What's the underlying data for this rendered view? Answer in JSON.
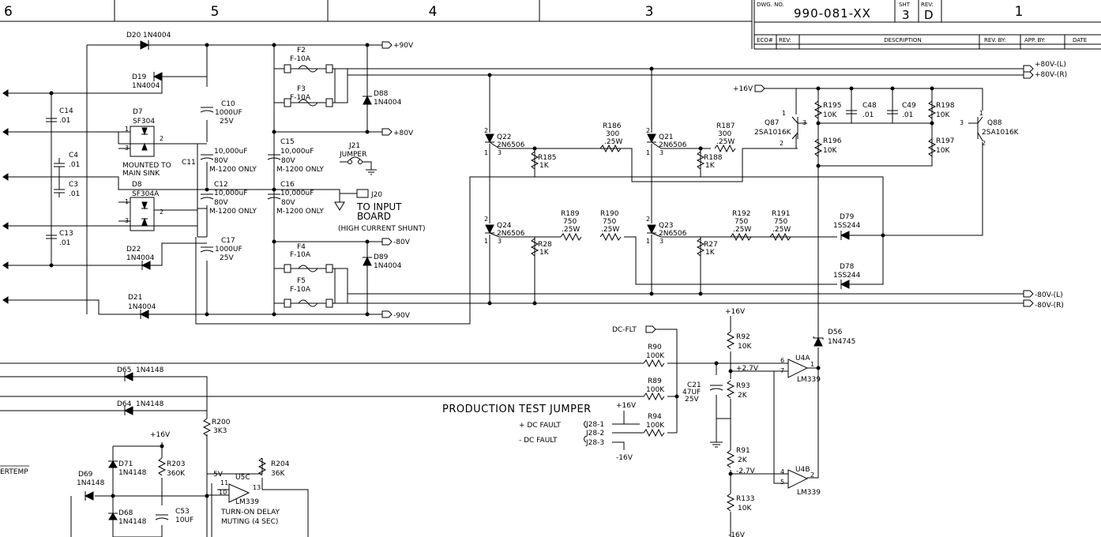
{
  "title_block": {
    "zones": [
      "6",
      "5",
      "4",
      "3",
      "1"
    ],
    "dwg_no_label": "DWG. NO.",
    "dwg_no": "990-081-XX",
    "sht_label": "SHT",
    "sht": "3",
    "rev_label": "REV:",
    "rev": "D",
    "rev_table": {
      "eco": "ECO#",
      "rev": "REV:",
      "description": "DESCRIPTION",
      "rev_by": "REV. BY:",
      "app_by": "APP. BY:",
      "date": "DATE"
    }
  },
  "rails": {
    "p90": "+90V",
    "p80": "+80V",
    "m80": "-80V",
    "m90": "-90V",
    "p80l": "+80V-(L)",
    "p80r": "+80V-(R)",
    "m80l": "-80V-(L)",
    "m80r": "-80V-(R)",
    "p16": "+16V",
    "m16": "-16V",
    "dcflt": "DC-FLT",
    "v5": "5V",
    "p27": "+2.7V",
    "m27": "-2.7V"
  },
  "parts": {
    "d20": "D20",
    "d20v": "1N4004",
    "d19": "D19",
    "d19v": "1N4004",
    "d7": "D7",
    "d7v": "SF304",
    "d8": "D8",
    "d8v": "SF304A",
    "sink1": "MOUNTED TO",
    "sink2": "MAIN SINK",
    "d22": "D22",
    "d22v": "1N4004",
    "d21": "D21",
    "d21v": "1N4004",
    "c14": "C14",
    "c14v": ".01",
    "c4": "C4",
    "c4v": ".01",
    "c3": "C3",
    "c3v": ".01",
    "c13": "C13",
    "c13v": ".01",
    "c10": "C10",
    "c10a": "1000UF",
    "c10b": "25V",
    "c11": "C11",
    "c15": "C15",
    "c11a": "10,000uF",
    "c11b": "80V",
    "c11c": "M-1200 ONLY",
    "c15a": "10,000uF",
    "c15b": "80V",
    "c15c": "M-1200 ONLY",
    "c12": "C12",
    "c12a": "10,000uF",
    "c12b": "80V",
    "c12c": "M-1200 ONLY",
    "c16": "C16",
    "c16a": "10,000uF",
    "c16b": "80V",
    "c16c": "M-1200 ONLY",
    "c17": "C17",
    "c17a": "1000UF",
    "c17b": "25V",
    "f2": "F2",
    "f2v": "F-10A",
    "f3": "F3",
    "f3v": "F-10A",
    "f4": "F4",
    "f4v": "F-10A",
    "f5": "F5",
    "f5v": "F-10A",
    "d88": "D88",
    "d88v": "1N4004",
    "d89": "D89",
    "d89v": "1N4004",
    "j21": "J21",
    "jumper": "JUMPER",
    "j20": "J20",
    "to_input": "TO INPUT",
    "board": "BOARD",
    "shunt": "(HIGH CURRENT SHUNT)",
    "q22": "Q22",
    "q22v": "2N6506",
    "q24": "Q24",
    "q24v": "2N6506",
    "q21": "Q21",
    "q21v": "2N6506",
    "q23": "Q23",
    "q23v": "2N6506",
    "r185": "R185",
    "r185v": "1K",
    "r28": "R28",
    "r28v": "1K",
    "r188": "R188",
    "r188v": "1K",
    "r27": "R27",
    "r27v": "1K",
    "r186": "R186",
    "r186a": "300",
    "r186b": ".25W",
    "r187": "R187",
    "r187a": "300",
    "r187b": ".25W",
    "r189": "R189",
    "r189a": "750",
    "r189b": ".25W",
    "r190": "R190",
    "r190a": "750",
    "r190b": ".25W",
    "r192": "R192",
    "r192a": "750",
    "r192b": ".25W",
    "r191": "R191",
    "r191a": "750",
    "r191b": ".25W",
    "q87": "Q87",
    "q87v": "2SA1016K",
    "q88": "Q88",
    "q88v": "2SA1016K",
    "r195": "R195",
    "r195v": "10K",
    "r196": "R196",
    "r196v": "10K",
    "r198": "R198",
    "r198v": "10K",
    "r197": "R197",
    "r197v": "10K",
    "c48": "C48",
    "c48v": ".01",
    "c49": "C49",
    "c49v": ".01",
    "d79": "D79",
    "d79v": "1SS244",
    "d78": "D78",
    "d78v": "1SS244",
    "d56": "D56",
    "d56v": "1N4745",
    "r90": "R90",
    "r90v": "100K",
    "r89": "R89",
    "r89v": "100K",
    "r94": "R94",
    "r94v": "100K",
    "c21": "C21",
    "c21a": "47UF",
    "c21b": "25V",
    "r92": "R92",
    "r92v": "10K",
    "r93": "R93",
    "r93v": "2K",
    "r91": "R91",
    "r91v": "2K",
    "r133": "R133",
    "r133v": "10K",
    "u4a": "U4A",
    "u4av": "LM339",
    "u4b": "U4B",
    "u4bv": "LM339",
    "d65": "D65",
    "d65v": "1N4148",
    "d64": "D64",
    "d64v": "1N4148",
    "r200": "R200",
    "r200v": "3K3",
    "d69": "D69",
    "d69v": "1N4148",
    "d71": "D71",
    "d71v": "1N4148",
    "d68": "D68",
    "d68v": "1N4148",
    "r203": "R203",
    "r203v": "360K",
    "c53": "C53",
    "c53v": "10UF",
    "u5c": "U5C",
    "u5cv": "LM339",
    "r204": "R204",
    "r204v": "36K",
    "delay1": "TURN-ON DELAY",
    "delay2": "MUTING (4 SEC)",
    "overtemp": "ERTEMP",
    "ptj": "PRODUCTION TEST JUMPER",
    "pdc": "+ DC FAULT",
    "mdc": "- DC FAULT",
    "j281": "J28-1",
    "j282": "J28-2",
    "j283": "J28-3"
  },
  "pins": {
    "d7p1": "1",
    "d7p2": "2",
    "d7p3": "3",
    "d8p1": "1",
    "d8p2": "2",
    "d8p3": "3",
    "q22p1": "1",
    "q22p2": "2",
    "q22p3": "3",
    "q24p1": "1",
    "q24p2": "2",
    "q24p3": "3",
    "q21p1": "1",
    "q21p2": "2",
    "q21p3": "3",
    "q23p1": "1",
    "q23p2": "2",
    "q23p3": "3",
    "q87p1": "1",
    "q87p2": "2",
    "q87p3": "3",
    "q88p1": "1",
    "q88p2": "2",
    "q88p3": "3",
    "u4a6": "6",
    "u4a7": "7",
    "u4a1": "1",
    "u4b4": "4",
    "u4b5": "5",
    "u4b2": "2",
    "u5c11": "11",
    "u5c10": "10",
    "u5c13": "13"
  }
}
